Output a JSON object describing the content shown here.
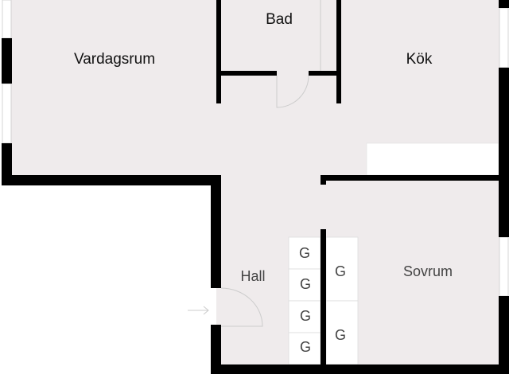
{
  "rooms": {
    "vardagsrum": "Vardagsrum",
    "bad": "Bad",
    "kok": "Kök",
    "hall": "Hall",
    "sovrum": "Sovrum"
  },
  "closets": {
    "left": [
      "G",
      "G",
      "G",
      "G"
    ],
    "right": [
      "G",
      "G"
    ]
  },
  "colors": {
    "floor": "#efebec",
    "wall": "#000000",
    "fixture": "#ffffff"
  }
}
